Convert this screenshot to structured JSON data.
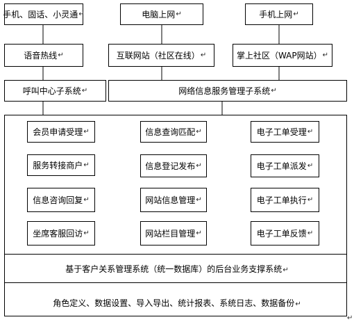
{
  "sources": [
    {
      "label": "手机、固话、小灵通"
    },
    {
      "label": "电脑上网"
    },
    {
      "label": "手机上网"
    }
  ],
  "channels": [
    {
      "label": "语音热线"
    },
    {
      "label": "互联网站（社区在线）"
    },
    {
      "label": "掌上社区（WAP网站）"
    }
  ],
  "subsystems": [
    {
      "label": "呼叫中心子系统"
    },
    {
      "label": "网络信息服务管理子系统"
    }
  ],
  "modules": {
    "col1": [
      "会员申请受理",
      "服务转接商户",
      "信息咨询回复",
      "坐席客服回访"
    ],
    "col2": [
      "信息查询匹配",
      "信息登记发布",
      "网站信息管理",
      "网站栏目管理"
    ],
    "col3": [
      "电子工单受理",
      "电子工单派发",
      "电子工单执行",
      "电子工单反馈"
    ]
  },
  "backend": {
    "label": "基于客户关系管理系统（统一数据库）的后台业务支撑系统",
    "functions": "角色定义、数据设置、导入导出、统计报表、系统日志、数据备份"
  },
  "para_mark": "↵"
}
